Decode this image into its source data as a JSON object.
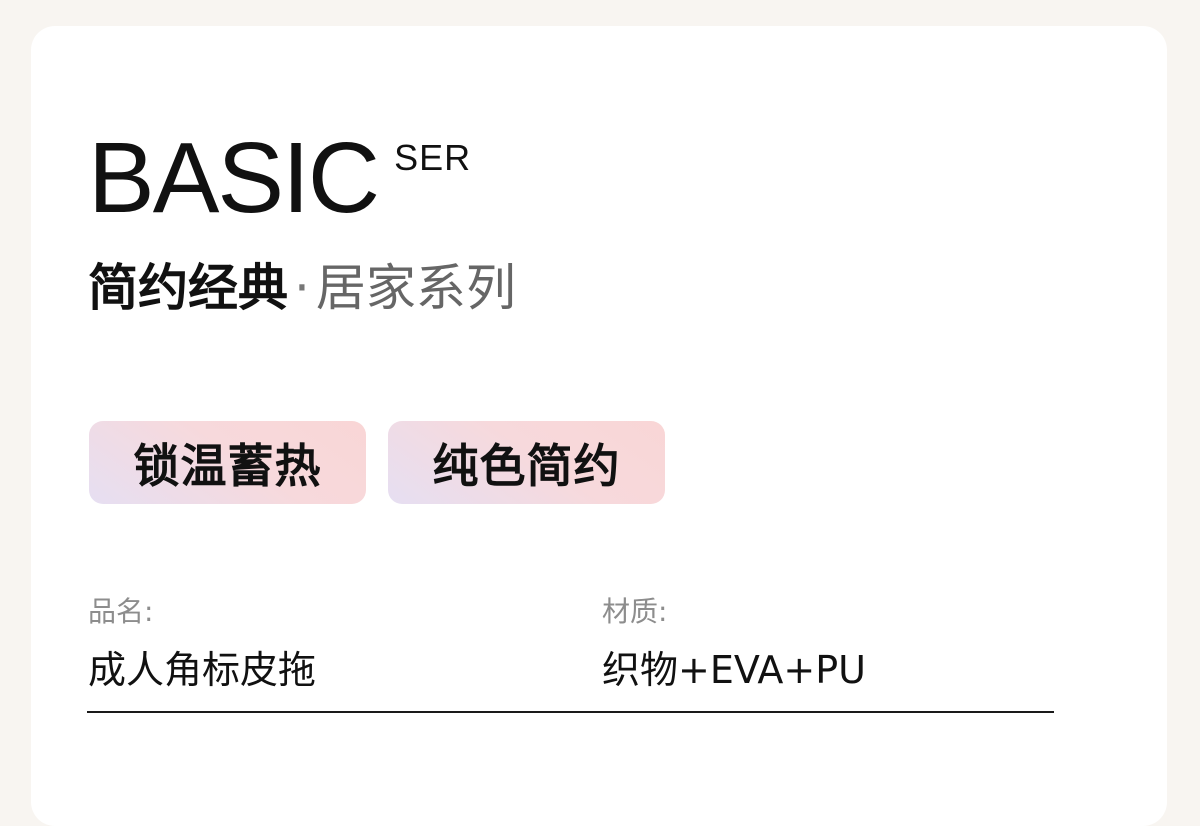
{
  "brand": {
    "main": "BASIC",
    "sup": "SER"
  },
  "subtitle": {
    "part1": "简约经典",
    "separator": "·",
    "part2": "居家系列"
  },
  "tags": [
    {
      "label": "锁温蓄热"
    },
    {
      "label": "纯色简约"
    }
  ],
  "specs": {
    "name": {
      "label": "品名:",
      "value": "成人角标皮拖"
    },
    "material": {
      "label": "材质:",
      "value": "织物+EVA+PU"
    }
  },
  "colors": {
    "page_background": "#f8f5f1",
    "card_background": "#ffffff",
    "tag_gradient_start": "#e6dff2",
    "tag_gradient_end": "#f9d6d6",
    "text_primary": "#111111",
    "text_muted": "#8d8d8d"
  }
}
